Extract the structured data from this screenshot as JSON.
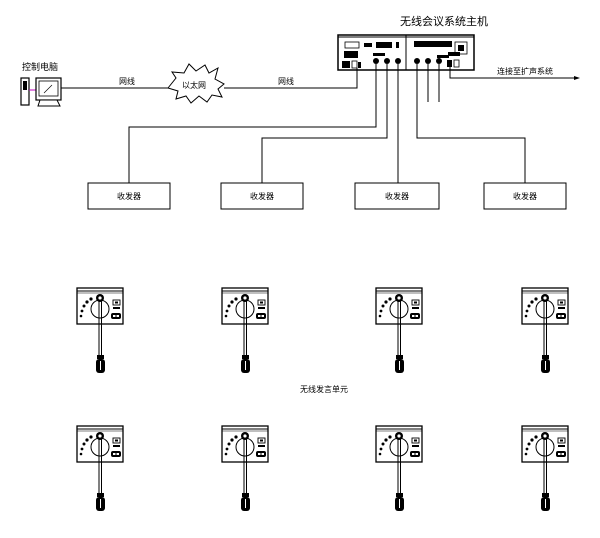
{
  "title": "无线会议系统主机",
  "host": {
    "label": "无线会议系统主机",
    "output_label": "连接至扩声系统"
  },
  "control_pc": {
    "label": "控制电脑"
  },
  "network": {
    "cable_left_label": "网线",
    "cable_right_label": "网线",
    "ethernet_label": "以太网"
  },
  "transceivers": [
    {
      "label": "收发器"
    },
    {
      "label": "收发器"
    },
    {
      "label": "收发器"
    },
    {
      "label": "收发器"
    }
  ],
  "speaker_units": {
    "label": "无线发言单元",
    "count": 8,
    "rows": 2,
    "per_row": 4
  },
  "colors": {
    "line": "#000000",
    "background": "#ffffff",
    "pc_link": "#c000c0"
  }
}
